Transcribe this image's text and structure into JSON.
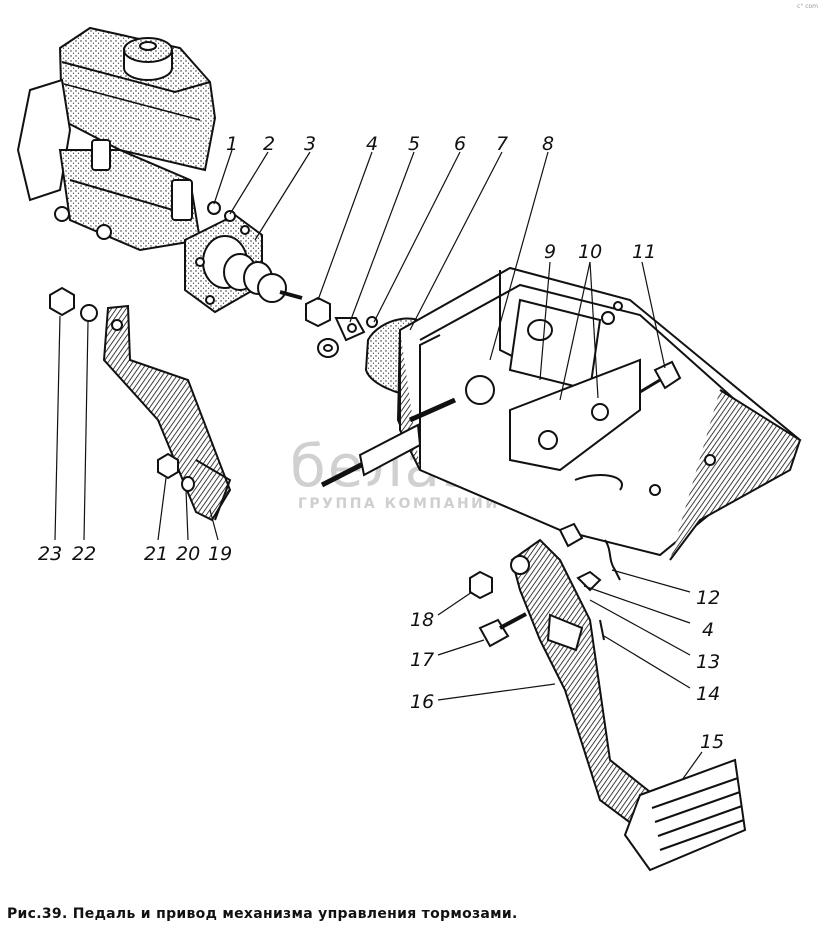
{
  "caption": "Рис.39. Педаль и привод механизма управления тормозами.",
  "watermark": {
    "logo": "белаз",
    "subtitle": "ГРУППА КОМПАНИИ"
  },
  "corner_mark": "c° com",
  "labels": [
    {
      "id": "1",
      "text": "1"
    },
    {
      "id": "2",
      "text": "2"
    },
    {
      "id": "3",
      "text": "3"
    },
    {
      "id": "4",
      "text": "4"
    },
    {
      "id": "5",
      "text": "5"
    },
    {
      "id": "6",
      "text": "6"
    },
    {
      "id": "7",
      "text": "7"
    },
    {
      "id": "8",
      "text": "8"
    },
    {
      "id": "9",
      "text": "9"
    },
    {
      "id": "10",
      "text": "10"
    },
    {
      "id": "11",
      "text": "11"
    },
    {
      "id": "12",
      "text": "12"
    },
    {
      "id": "4b",
      "text": "4"
    },
    {
      "id": "13",
      "text": "13"
    },
    {
      "id": "14",
      "text": "14"
    },
    {
      "id": "15",
      "text": "15"
    },
    {
      "id": "16",
      "text": "16"
    },
    {
      "id": "17",
      "text": "17"
    },
    {
      "id": "18",
      "text": "18"
    },
    {
      "id": "19",
      "text": "19"
    },
    {
      "id": "20",
      "text": "20"
    },
    {
      "id": "21",
      "text": "21"
    },
    {
      "id": "22",
      "text": "22"
    },
    {
      "id": "23",
      "text": "23"
    }
  ]
}
